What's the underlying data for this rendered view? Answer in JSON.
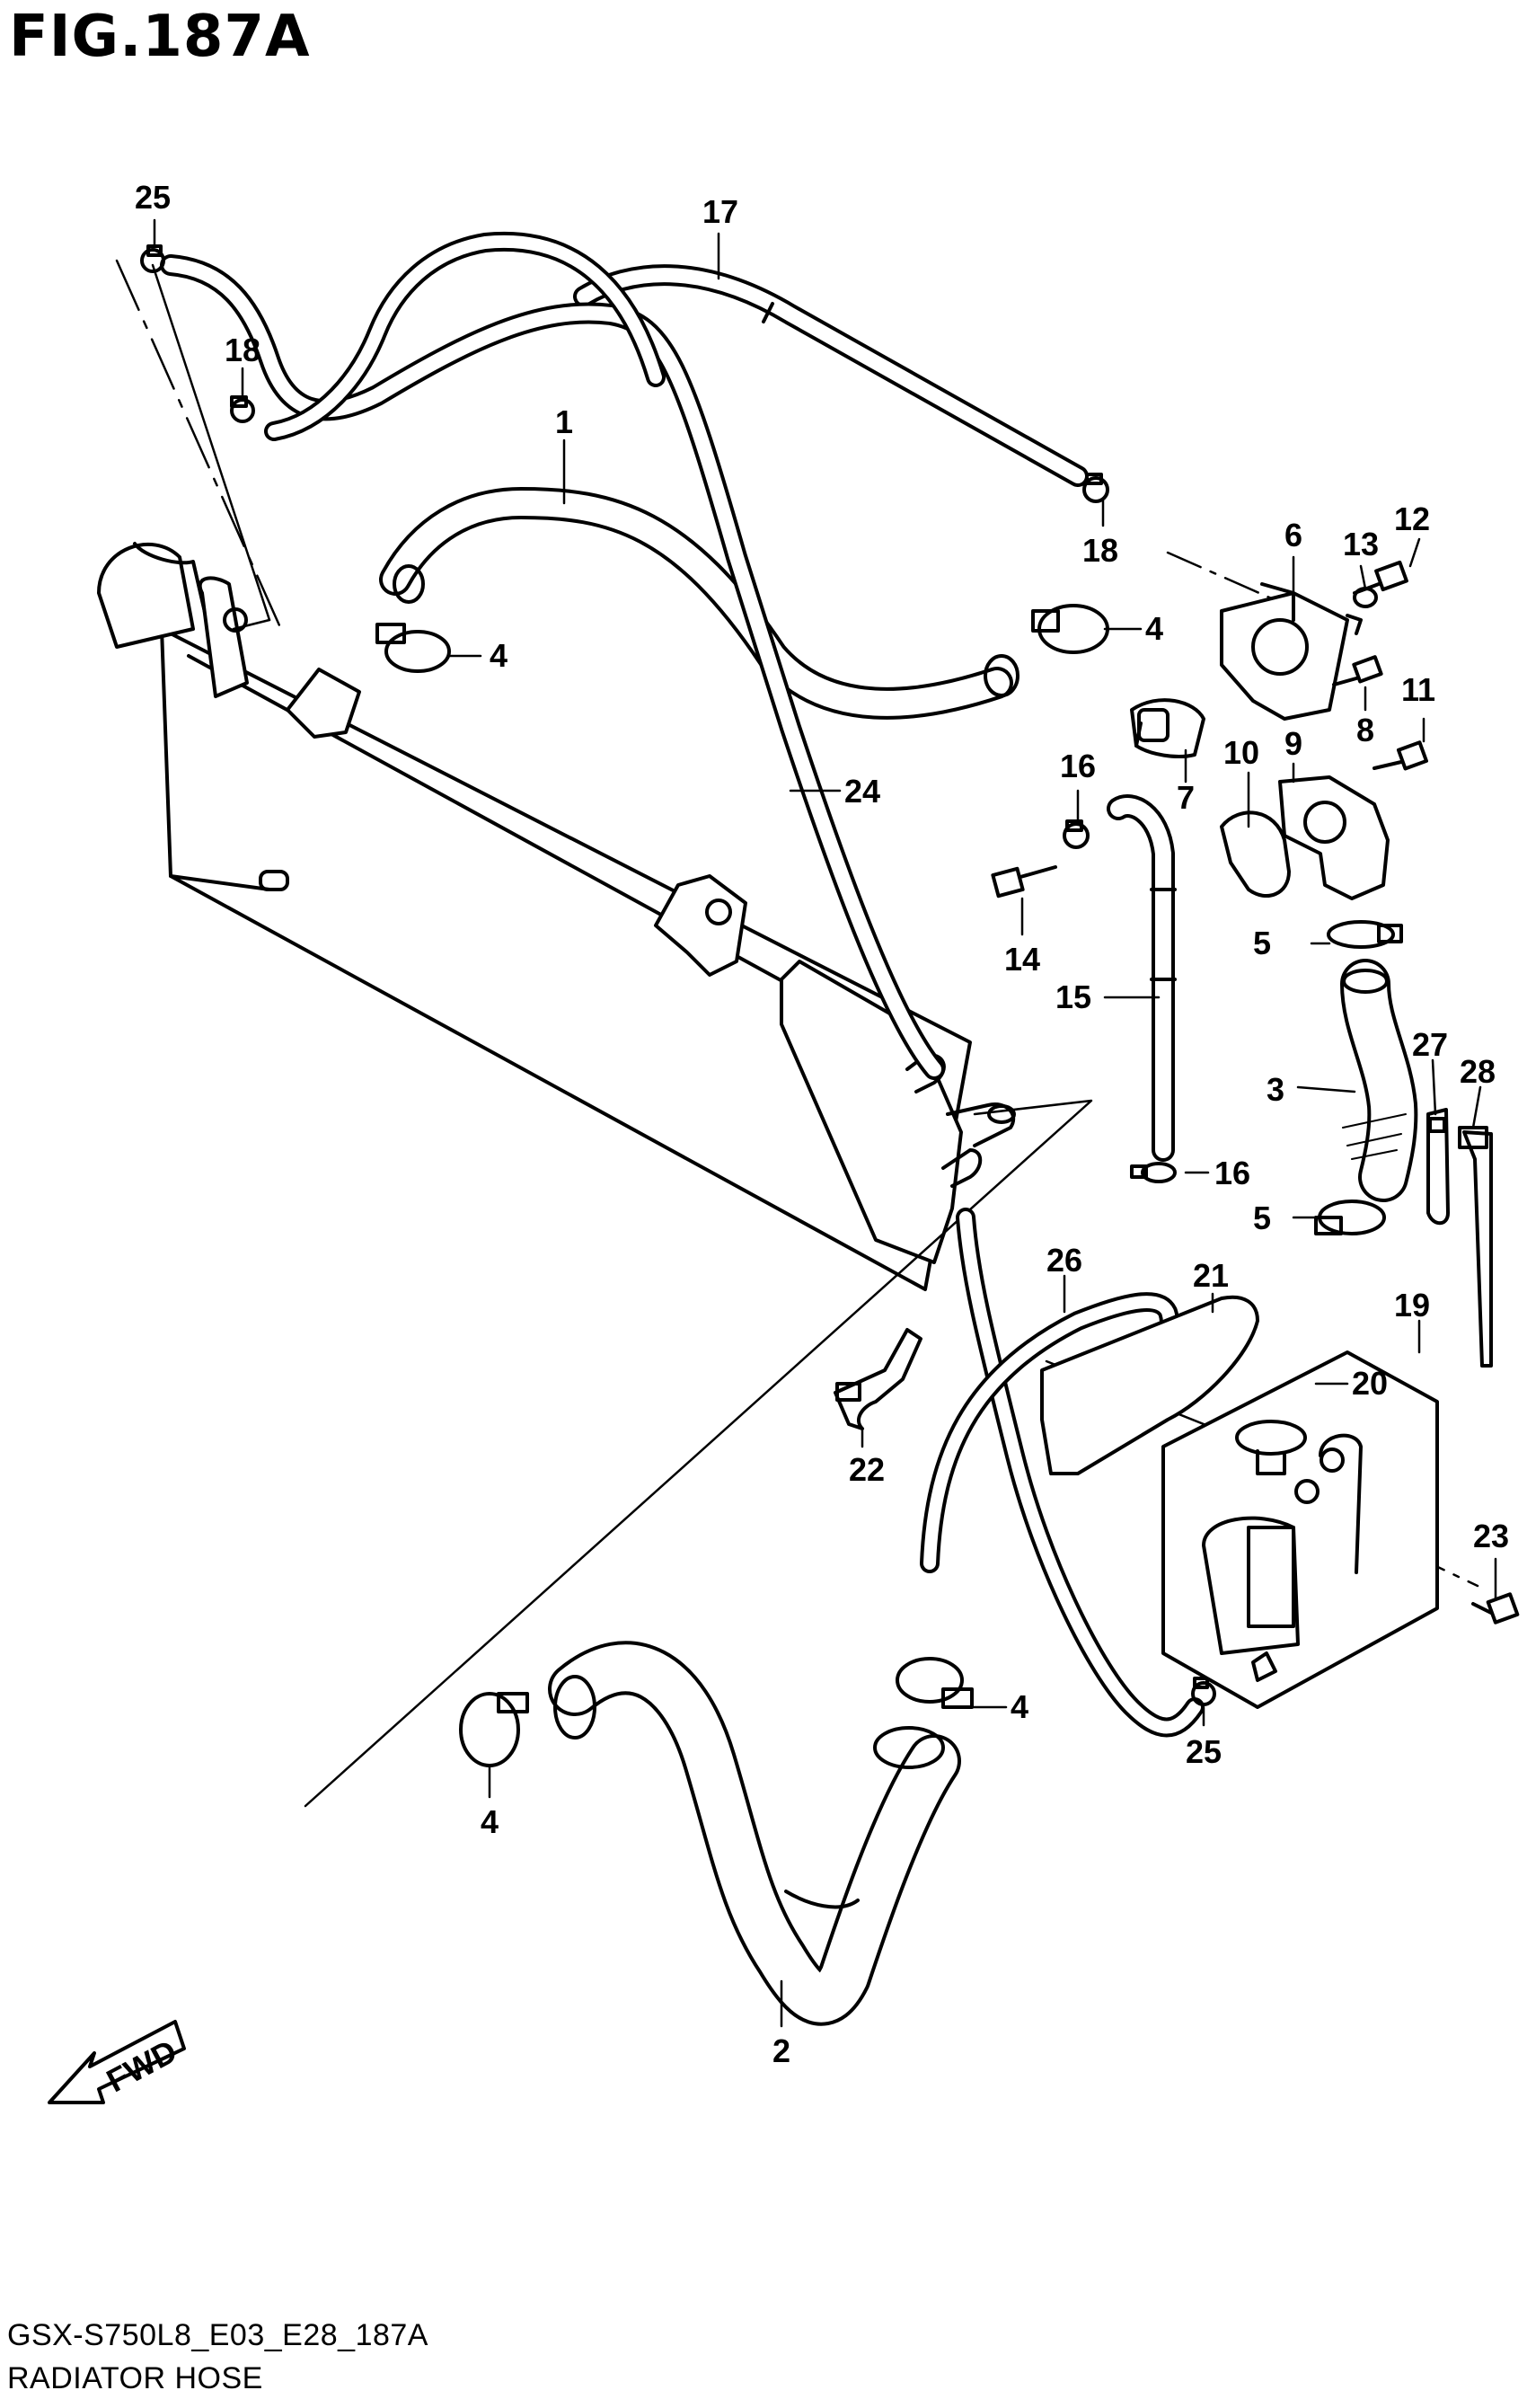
{
  "figure": {
    "title": "FIG.187A",
    "model_code": "GSX-S750L8_E03_E28_187A",
    "caption": "RADIATOR HOSE",
    "direction_label": "FWD"
  },
  "callouts": [
    {
      "id": "c1",
      "text": "1"
    },
    {
      "id": "c2",
      "text": "2"
    },
    {
      "id": "c3",
      "text": "3"
    },
    {
      "id": "c4a",
      "text": "4"
    },
    {
      "id": "c4b",
      "text": "4"
    },
    {
      "id": "c4c",
      "text": "4"
    },
    {
      "id": "c4d",
      "text": "4"
    },
    {
      "id": "c5a",
      "text": "5"
    },
    {
      "id": "c5b",
      "text": "5"
    },
    {
      "id": "c6",
      "text": "6"
    },
    {
      "id": "c7",
      "text": "7"
    },
    {
      "id": "c8",
      "text": "8"
    },
    {
      "id": "c9",
      "text": "9"
    },
    {
      "id": "c10",
      "text": "10"
    },
    {
      "id": "c11",
      "text": "11"
    },
    {
      "id": "c12",
      "text": "12"
    },
    {
      "id": "c13",
      "text": "13"
    },
    {
      "id": "c14",
      "text": "14"
    },
    {
      "id": "c15",
      "text": "15"
    },
    {
      "id": "c16a",
      "text": "16"
    },
    {
      "id": "c16b",
      "text": "16"
    },
    {
      "id": "c17",
      "text": "17"
    },
    {
      "id": "c18a",
      "text": "18"
    },
    {
      "id": "c18b",
      "text": "18"
    },
    {
      "id": "c19",
      "text": "19"
    },
    {
      "id": "c20",
      "text": "20"
    },
    {
      "id": "c21",
      "text": "21"
    },
    {
      "id": "c22",
      "text": "22"
    },
    {
      "id": "c23",
      "text": "23"
    },
    {
      "id": "c24",
      "text": "24"
    },
    {
      "id": "c25a",
      "text": "25"
    },
    {
      "id": "c25b",
      "text": "25"
    },
    {
      "id": "c26",
      "text": "26"
    },
    {
      "id": "c27",
      "text": "27"
    },
    {
      "id": "c28",
      "text": "28"
    }
  ]
}
